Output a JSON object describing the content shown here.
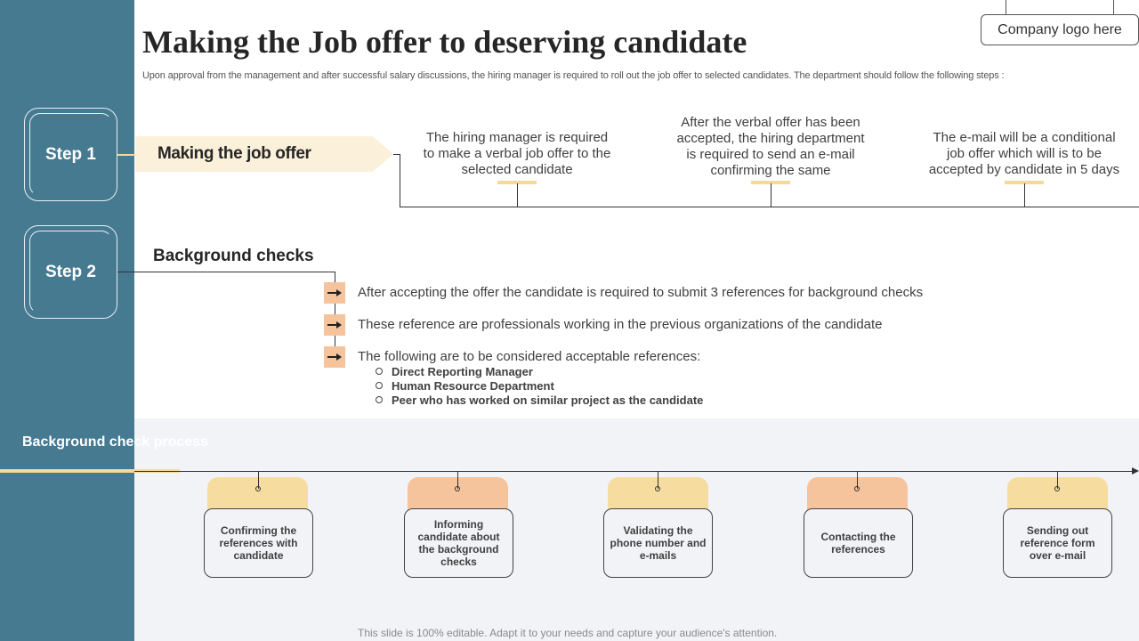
{
  "slide": {
    "title": "Making the Job offer to deserving candidate",
    "subtitle": "Upon approval from the management and after successful salary discussions, the hiring manager is required to roll out the job offer to selected candidates. The department should follow the following steps :",
    "logo": "Company logo here",
    "footer": "This slide is 100% editable. Adapt it to your needs and capture your audience's attention."
  },
  "step1": {
    "label": "Step 1",
    "heading": "Making the job offer",
    "items": [
      "The hiring manager is required to make a verbal job offer to the selected candidate",
      "After the verbal offer has been accepted, the hiring department is required to send an e-mail confirming the same",
      "The e-mail will be a conditional job offer which will is to be accepted by candidate in 5 days"
    ]
  },
  "step2": {
    "label": "Step 2",
    "heading": "Background checks",
    "points": [
      "After accepting the offer the candidate is required to submit 3 references for background checks",
      "These reference are professionals working in the previous organizations of the candidate",
      "The following are to be considered acceptable references:"
    ],
    "references": [
      "Direct Reporting Manager",
      "Human Resource Department",
      "Peer who has worked on similar project as the candidate"
    ]
  },
  "process": {
    "label": "Background check process",
    "steps": [
      "Confirming the references with candidate",
      "Informing candidate about the background checks",
      "Validating the phone number and e-mails",
      "Contacting the references",
      "Sending out reference form over e-mail"
    ]
  },
  "colors": {
    "sidebar": "#467a91",
    "yellow": "#f7dca0",
    "orange": "#f5c39c",
    "banner": "#fbf0d9"
  }
}
